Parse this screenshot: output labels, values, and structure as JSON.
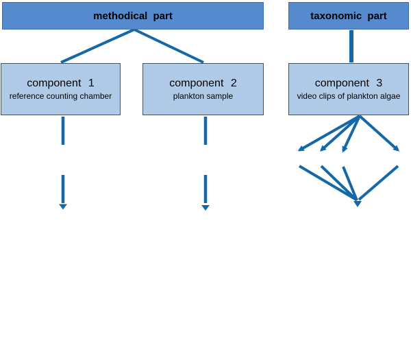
{
  "figure": {
    "type": "flow-diagram",
    "description": "Two-part structure diagram: a methodical part with two components and a taxonomic part with one component; dashed arrows lead downward from components 1 and 2, and component 3 fans out to four points that converge back to a single arrow point."
  },
  "colors": {
    "background": "#ffffff",
    "header_fill": "#5689CE",
    "header_border": "#3E6DB0",
    "component_fill": "#AFCBE8",
    "component_border": "#46525E",
    "connector": "#1568A8",
    "text": "#000000"
  },
  "nodes": {
    "methodical": {
      "label": "methodical part"
    },
    "taxonomic": {
      "label": "taxonomic part"
    },
    "component1": {
      "title": "component 1",
      "subtitle": "reference counting chamber"
    },
    "component2": {
      "title": "component 2",
      "subtitle": "plankton sample"
    },
    "component3": {
      "title": "component 3",
      "subtitle": "video clips of plankton algae"
    }
  },
  "edges": [
    {
      "from": "methodical part",
      "to": "component 1",
      "style": "solid"
    },
    {
      "from": "methodical part",
      "to": "component 2",
      "style": "solid"
    },
    {
      "from": "taxonomic part",
      "to": "component 3",
      "style": "solid"
    },
    {
      "from": "component 1",
      "to": "downward point below",
      "style": "dashed-arrow"
    },
    {
      "from": "component 2",
      "to": "downward point below",
      "style": "dashed-arrow"
    },
    {
      "from": "component 3",
      "to": "four fan-out points",
      "style": "solid-arrows"
    },
    {
      "from": "four fan-out points",
      "to": "single convergence arrow",
      "style": "solid-arrow"
    }
  ]
}
